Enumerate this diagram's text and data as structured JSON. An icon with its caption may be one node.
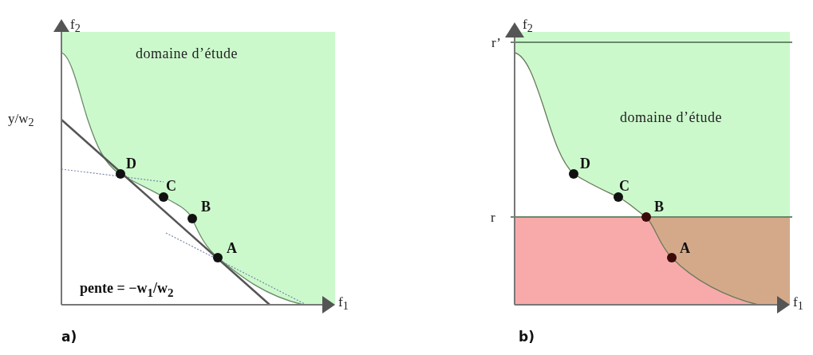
{
  "diagram": {
    "labels": [
      "f$_{2}$",
      "domaine d’étude",
      "y/w$_{2}$",
      "D",
      "C",
      "B",
      "A",
      "pente = −**w$_{1}$/w$_{2}$**",
      "f$_{1}$",
      "a)",
      "f$_{2}$",
      "r’",
      "domaine d’étude",
      "D",
      "C",
      "B",
      "r",
      "A",
      "f$_{1}$",
      "b)"
    ]
  }
}
